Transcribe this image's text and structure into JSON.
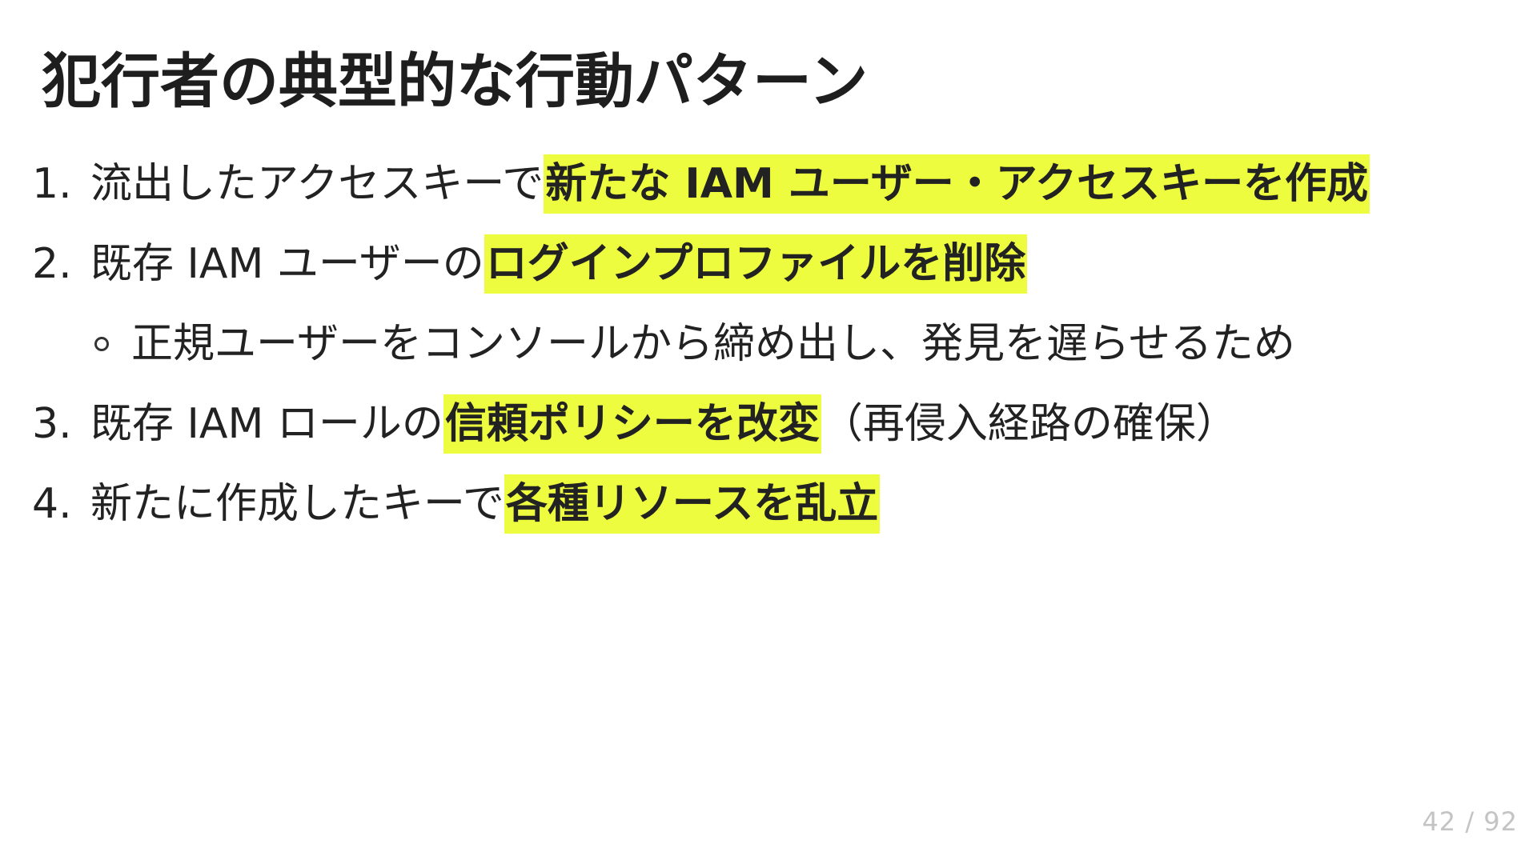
{
  "slide": {
    "title": "犯行者の典型的な行動パターン",
    "items": [
      {
        "number": "1.",
        "text": "流出したアクセスキーで ",
        "highlight": "新たな IAM ユーザー・アクセスキーを作成",
        "suffix": ""
      },
      {
        "number": "2.",
        "text": "既存 IAM ユーザーの ",
        "highlight": "ログインプロファイルを削除",
        "suffix": "",
        "sub": "正規ユーザーをコンソールから締め出し、発見を遅らせるため"
      },
      {
        "number": "3.",
        "text": "既存 IAM ロールの ",
        "highlight": "信頼ポリシーを改変",
        "suffix": "（再侵入経路の確保）"
      },
      {
        "number": "4.",
        "text": "新たに作成したキーで ",
        "highlight": "各種リソースを乱立",
        "suffix": ""
      }
    ],
    "page_number": "42 / 92"
  },
  "colors": {
    "highlight": "#eefc3f",
    "text": "#222222",
    "page_number": "#c4c4c4"
  }
}
